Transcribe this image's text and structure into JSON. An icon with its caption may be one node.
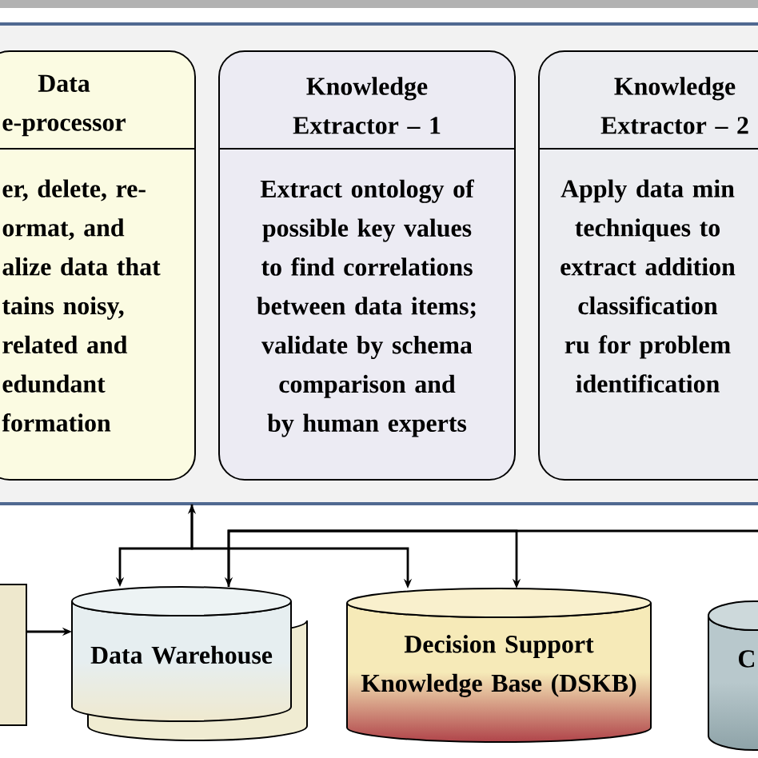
{
  "diagram": {
    "nodes": [
      {
        "text": [],
        "shape": "band"
      },
      {
        "text": [
          "Data e-processor",
          "er, delete, re- ormat, and alize data that tains noisy, related and edundant formation"
        ],
        "in": 0
      },
      {
        "text": [
          "Knowledge Extractor – 1",
          "Extract ontology of possible key values to find correlations between data items; validate by schema comparison and by human experts"
        ],
        "in": 0
      },
      {
        "text": [
          "Knowledge Extractor – 2",
          "Apply data min techniques to extract addition classification ru for problem identification"
        ],
        "in": 0
      },
      {
        "text": [],
        "shape": "box"
      },
      {
        "text": [
          "Data Warehouse"
        ]
      },
      {
        "text": [
          "Decision Support Knowledge Base (DSKB)"
        ]
      },
      {
        "text": [
          "C"
        ]
      }
    ],
    "edges": [
      {
        "from": 0,
        "to": 5,
        "arrow": "both"
      },
      {
        "from": 0,
        "to": 6,
        "arrow": "to"
      },
      {
        "from": 5,
        "to": 6,
        "arrow": "to"
      },
      {
        "from": null,
        "to": 5,
        "arrow": "to"
      },
      {
        "from": 4,
        "to": 5,
        "arrow": "to"
      }
    ]
  }
}
